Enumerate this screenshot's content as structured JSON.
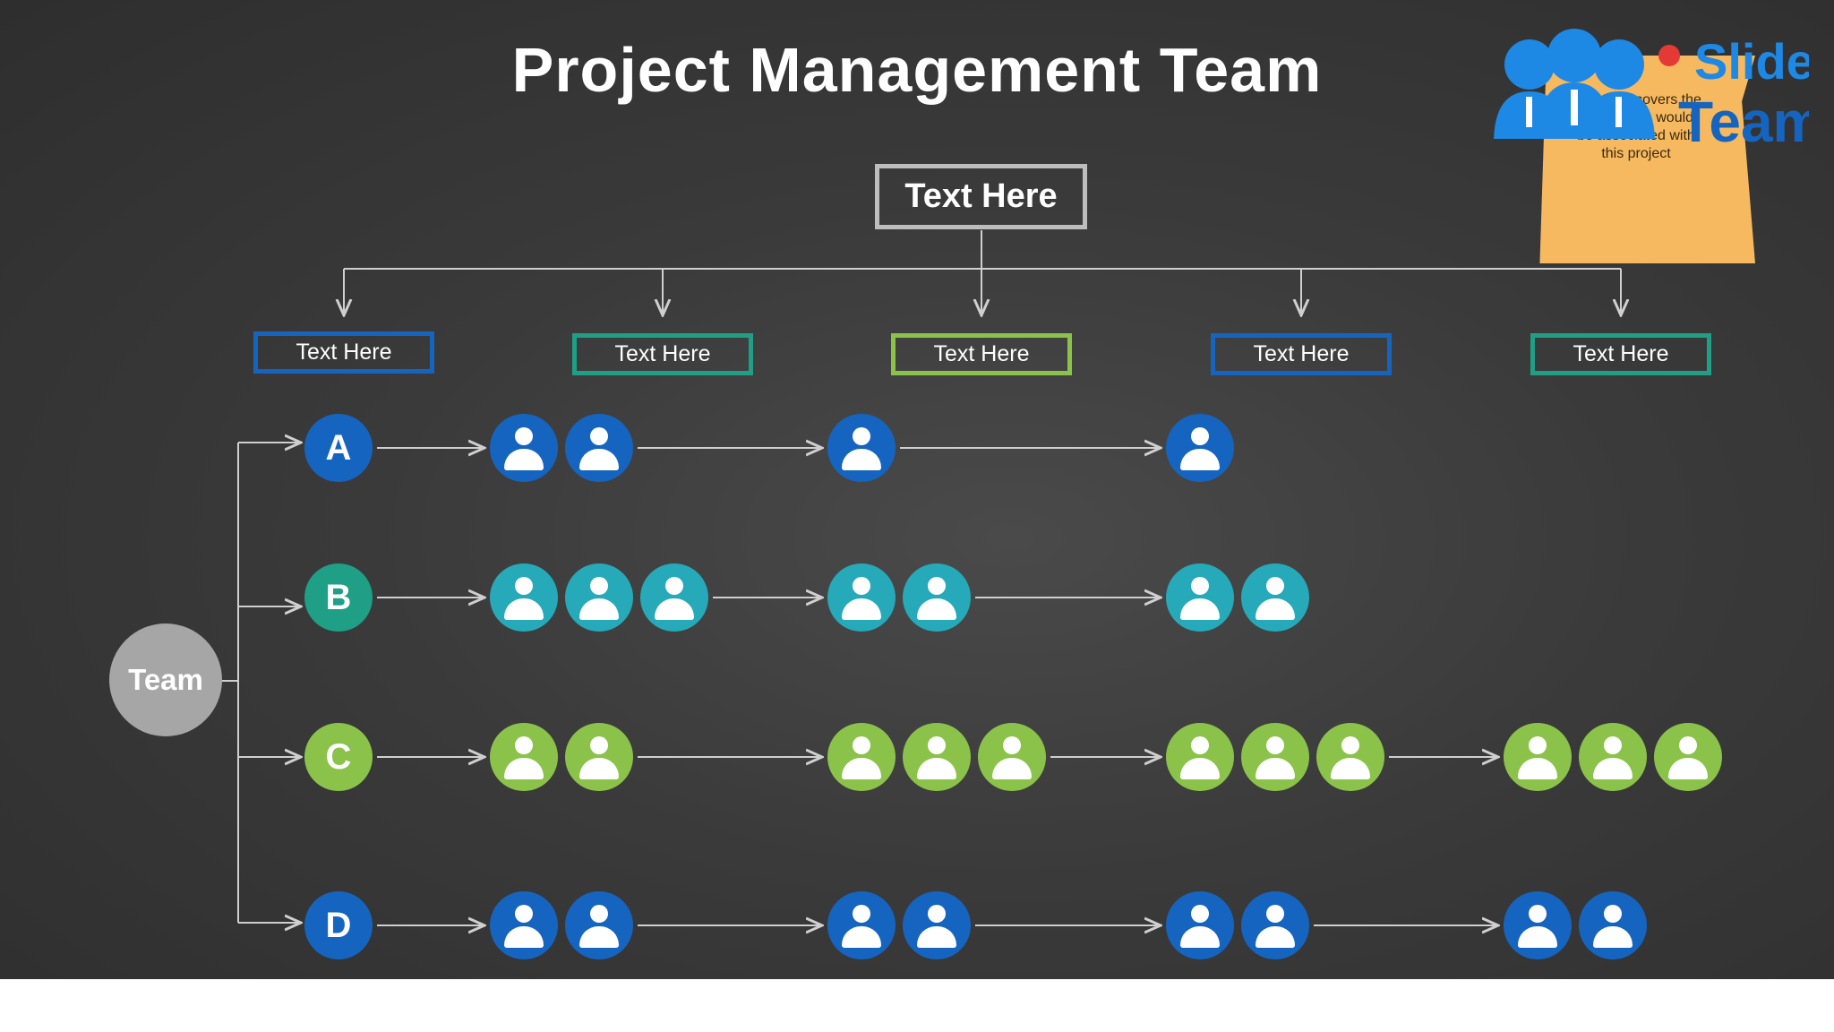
{
  "title": "Project Management Team",
  "top_box": "Text Here",
  "columns": [
    {
      "label": "Text Here",
      "color": "#1565c0"
    },
    {
      "label": "Text Here",
      "color": "#1e9f86"
    },
    {
      "label": "Text Here",
      "color": "#8bc34a"
    },
    {
      "label": "Text Here",
      "color": "#1565c0"
    },
    {
      "label": "Text Here",
      "color": "#1e9f86"
    }
  ],
  "team_label": "Team",
  "rows": [
    {
      "letter": "A",
      "letter_color": "#1565c0",
      "member_color": "#1565c0",
      "members": [
        2,
        1,
        1,
        0
      ]
    },
    {
      "letter": "B",
      "letter_color": "#1e9f86",
      "member_color": "#26a9b8",
      "members": [
        3,
        2,
        2,
        0
      ]
    },
    {
      "letter": "C",
      "letter_color": "#8bc34a",
      "member_color": "#8bc34a",
      "members": [
        2,
        3,
        3,
        3
      ]
    },
    {
      "letter": "D",
      "letter_color": "#1565c0",
      "member_color": "#1565c0",
      "members": [
        2,
        2,
        2,
        2
      ]
    }
  ],
  "sticky_note": {
    "text": "This slide covers the people who would be associated with this project",
    "color": "#f6b95f"
  },
  "logo": {
    "text_1": "Slide",
    "text_2": "Team",
    "color": "#1e88e5"
  },
  "icon": "person-icon"
}
